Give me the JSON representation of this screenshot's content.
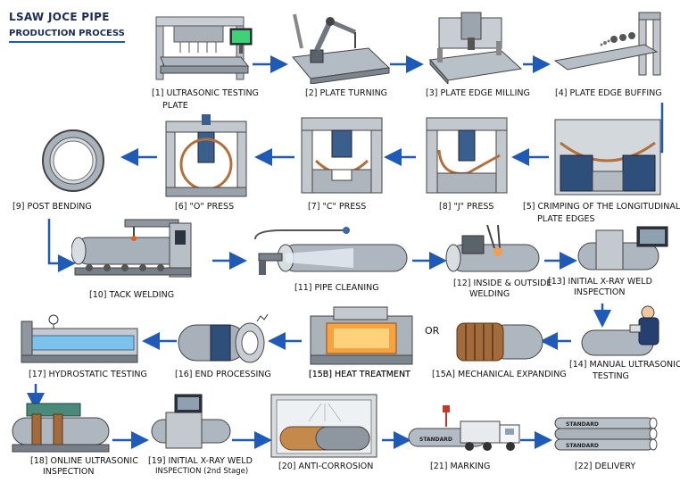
{
  "title": {
    "line1": "LSAW JOCE PIPE",
    "line2": "PRODUCTION PROCESS"
  },
  "steps": [
    {
      "label": "[1] ULTRASONIC TESTING",
      "label2": "PLATE"
    },
    {
      "label": "[2] PLATE TURNING"
    },
    {
      "label": "[3] PLATE EDGE MILLING"
    },
    {
      "label": "[4] PLATE EDGE BUFFING"
    },
    {
      "label": "[5] CRIMPING OF THE LONGITUDINAL",
      "label2": "PLATE EDGES"
    },
    {
      "label": "[6] \"O\" PRESS"
    },
    {
      "label": "[7] \"C\" PRESS"
    },
    {
      "label": "[8] \"J\" PRESS"
    },
    {
      "label": "[9] POST BENDING"
    },
    {
      "label": "[10] TACK WELDING"
    },
    {
      "label": "[11] PIPE CLEANING"
    },
    {
      "label": "[12] INSIDE & OUTSIDE",
      "label2": "WELDING"
    },
    {
      "label": "[13] INITIAL X-RAY WELD",
      "label2": "INSPECTION"
    },
    {
      "label": "[14] MANUAL ULTRASONIC",
      "label2": "TESTING"
    },
    {
      "label": "[15A] MECHANICAL EXPANDING"
    },
    {
      "label": "[15B] HEAT TREATMENT"
    },
    {
      "label": "[16] END PROCESSING"
    },
    {
      "label": "[17] HYDROSTATIC TESTING"
    },
    {
      "label": "[18] ONLINE ULTRASONIC",
      "label2": "INSPECTION"
    },
    {
      "label": "[19] INITIAL X-RAY WELD",
      "label2": "INSPECTION (2nd Stage)"
    },
    {
      "label": "[20] ANTI-CORROSION"
    },
    {
      "label": "[21] MARKING"
    },
    {
      "label": "[22] DELIVERY"
    }
  ],
  "or_label": "OR",
  "stamp_text": "STANDARD",
  "colors": {
    "arrow": "#1f5ab8",
    "steel": "#9aa3ad",
    "frame": "#c2c7cd",
    "title": "#1a2b55"
  }
}
